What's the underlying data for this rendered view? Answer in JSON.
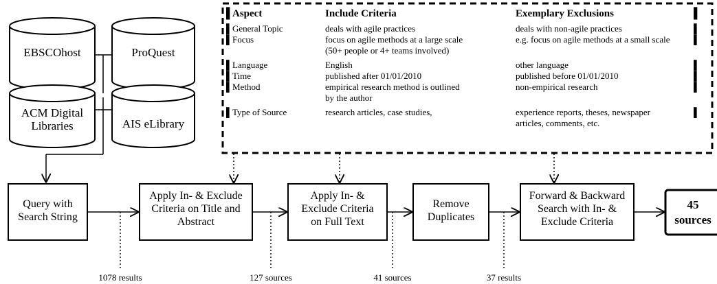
{
  "databases": [
    "EBSCOhost",
    "ProQuest",
    "ACM Digital\nLibraries",
    "AIS eLibrary"
  ],
  "steps": [
    "Query with\nSearch String",
    "Apply In- & Exclude\nCriteria on Title and\nAbstract",
    "Apply In- &\nExclude Criteria\non Full Text",
    "Remove\nDuplicates",
    "Forward & Backward\nSearch with In- &\nExclude Criteria"
  ],
  "final": {
    "count": "45",
    "label": "sources"
  },
  "counts": [
    "1078 results",
    "127 sources",
    "41 sources",
    "37 results"
  ],
  "criteria": {
    "headers": {
      "aspect": "Aspect",
      "include": "Include Criteria",
      "exclude": "Exemplary Exclusions"
    },
    "rows": [
      {
        "aspect": "General Topic",
        "include": "deals with agile practices",
        "exclude": "deals with non-agile practices",
        "mark": true,
        "rmark": true
      },
      {
        "aspect": "Focus",
        "include": "focus on agile methods at a large scale",
        "exclude": "e.g. focus on agile methods at a small scale",
        "mark": true,
        "rmark": true
      },
      {
        "aspect": "",
        "include": "(50+ people or 4+ teams involved)",
        "exclude": "",
        "mark": false,
        "rmark": false
      },
      {
        "aspect": "Language",
        "include": "English",
        "exclude": "other language",
        "mark": true,
        "rmark": true
      },
      {
        "aspect": "Time",
        "include": "published after 01/01/2010",
        "exclude": "published before 01/01/2010",
        "mark": true,
        "rmark": true
      },
      {
        "aspect": "Method",
        "include": "empirical research method is outlined",
        "exclude": "non-empirical research",
        "mark": true,
        "rmark": true
      },
      {
        "aspect": "",
        "include": "by the author",
        "exclude": "",
        "mark": false,
        "rmark": false
      },
      {
        "aspect": "Type of Source",
        "include": "research articles, case studies,",
        "exclude": "experience reports, theses, newspaper",
        "mark": true,
        "rmark": true
      },
      {
        "aspect": "",
        "include": "",
        "exclude": "articles, comments, etc.",
        "mark": false,
        "rmark": false
      }
    ]
  }
}
